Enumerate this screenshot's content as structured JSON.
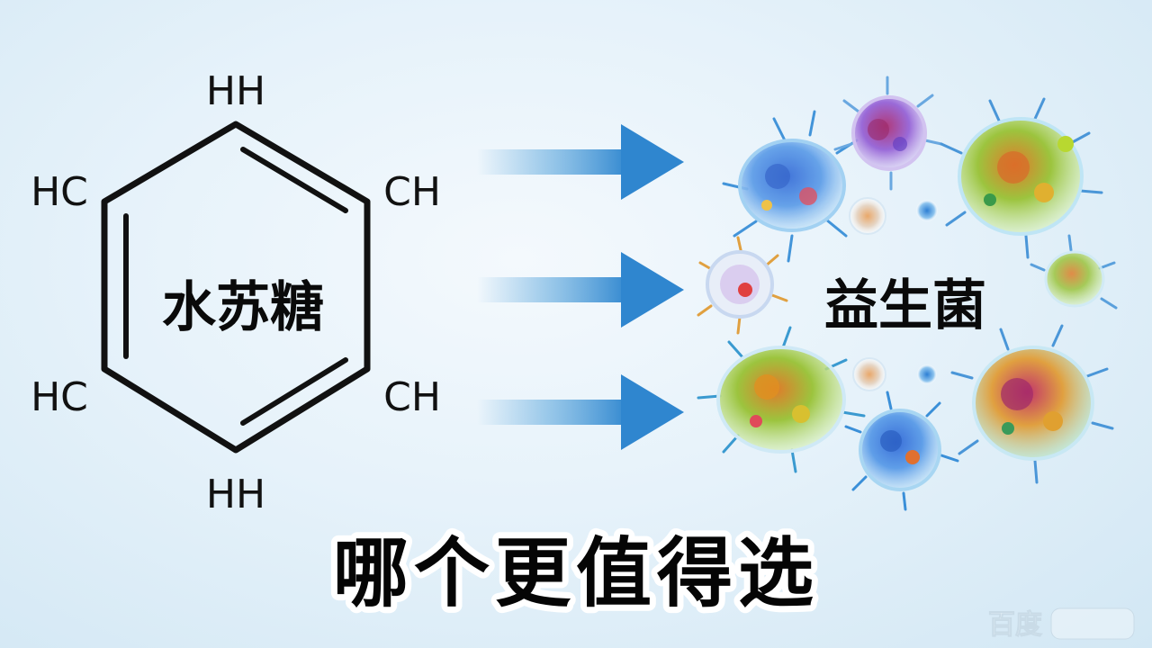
{
  "molecule": {
    "atoms": {
      "top": "HH",
      "upper_left": "HC",
      "upper_right": "CH",
      "lower_left": "HC",
      "lower_right": "CH",
      "bottom": "HH"
    },
    "center_label": "水苏糖",
    "line_color": "#111111"
  },
  "arrows": {
    "count": 3,
    "color": "#3d8fd0"
  },
  "probiotics": {
    "label": "益生菌"
  },
  "question": "哪个更值得选",
  "watermark": "百度"
}
